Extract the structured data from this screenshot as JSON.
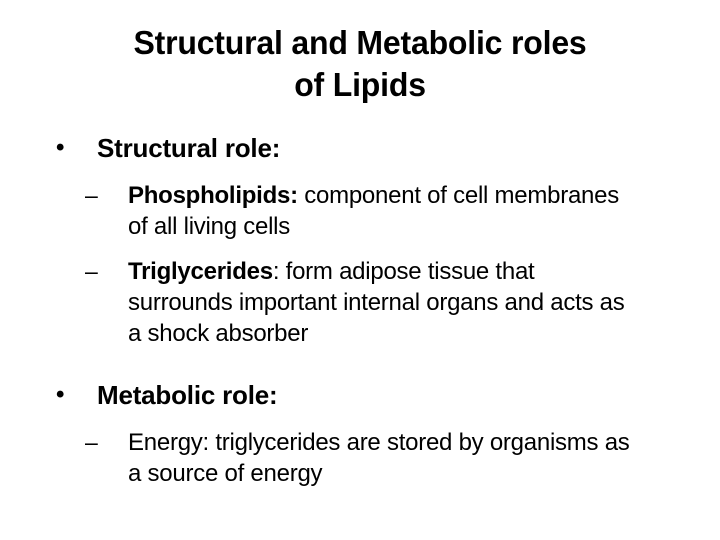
{
  "slide": {
    "background_color": "#ffffff",
    "text_color": "#000000",
    "title": {
      "line1": "Structural and Metabolic roles",
      "line2": "of Lipids"
    },
    "bullet_glyphs": {
      "level1": "•",
      "level2": "–"
    },
    "sections": [
      {
        "heading": "Structural role:",
        "items": [
          {
            "lead": "Phospholipids:",
            "lead_bold": true,
            "text": " component of cell membranes of all living cells"
          },
          {
            "lead": "Triglycerides",
            "lead_bold": true,
            "text": ": form adipose tissue that surrounds important internal organs and acts as a shock absorber"
          }
        ]
      },
      {
        "heading": "Metabolic role:",
        "items": [
          {
            "lead": "Energy:",
            "lead_bold": false,
            "text": " triglycerides are stored by organisms as a source of energy"
          }
        ]
      }
    ]
  }
}
